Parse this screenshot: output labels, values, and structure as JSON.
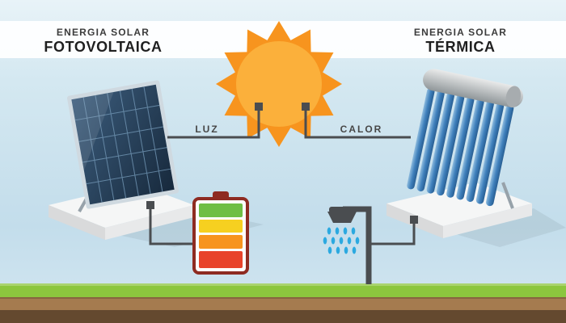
{
  "header": {
    "left_title": {
      "line1": "ENERGIA SOLAR",
      "line2": "FOTOVOLTAICA"
    },
    "right_title": {
      "line1": "ENERGIA SOLAR",
      "line2": "TÉRMICA"
    }
  },
  "connectors": {
    "light_label": "LUZ",
    "heat_label": "CALOR"
  },
  "diagram": {
    "type": "infographic-comparison",
    "flows": [
      {
        "source": "sun",
        "carrier_label": "LUZ",
        "target": "pv-panel",
        "output": "battery"
      },
      {
        "source": "sun",
        "carrier_label": "CALOR",
        "target": "thermal-collector",
        "output": "shower"
      }
    ],
    "icons": {
      "sun": "sun-icon",
      "pv_panel": "pv-panel-icon",
      "battery": "battery-icon",
      "thermal_collector": "thermal-collector-icon",
      "shower": "shower-icon",
      "water_droplets": "water-droplets"
    }
  },
  "colors": {
    "sun_body": "#FBB03B",
    "sun_rays": "#F7941E",
    "sky": "#CEE6F2",
    "band": "#FFFFFF",
    "connector_line": "#4A4D50",
    "panel_glass": "#22384E",
    "panel_frame": "#CFD9E0",
    "tube_blue": "#3F80BC",
    "tank_gray": "#B9BDBF",
    "battery_case": "#8E2B21",
    "battery_bars": [
      "#6FBE45",
      "#F6D020",
      "#F7941E",
      "#E8432B"
    ],
    "droplets": "#2BA9E0",
    "grass": "#8CC63E",
    "soil": "#A57B4F",
    "subsoil": "#64492F"
  }
}
